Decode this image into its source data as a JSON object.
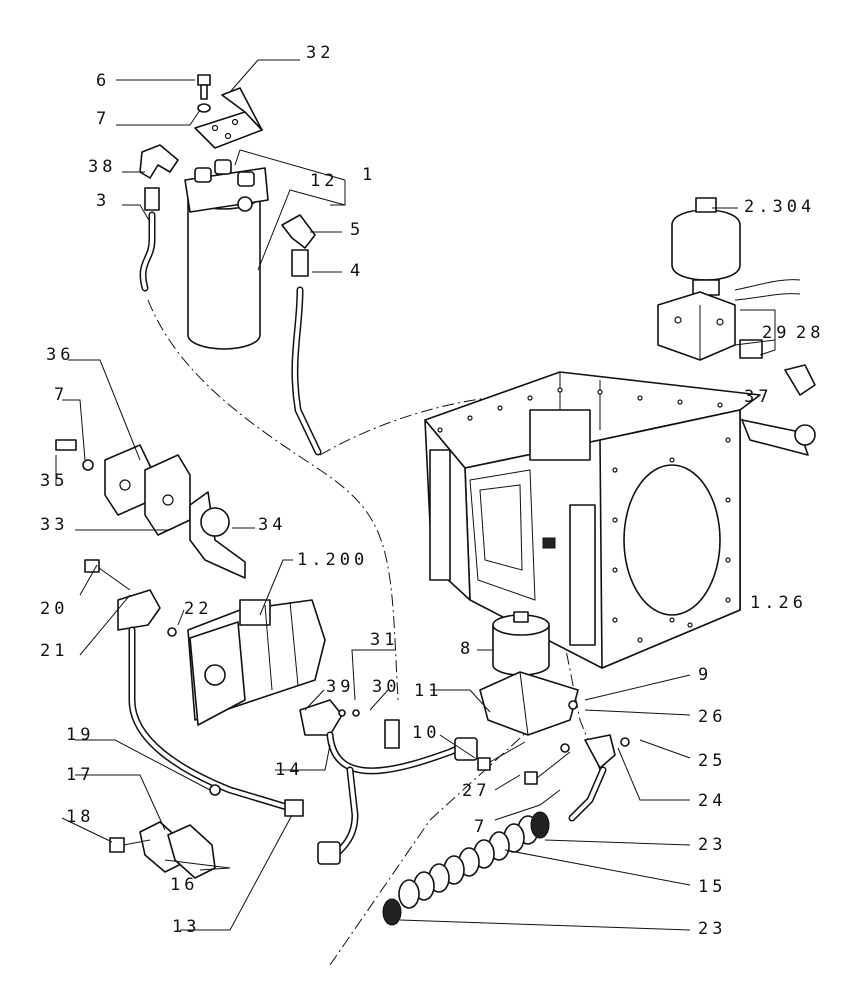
{
  "callouts": {
    "c32": "32",
    "c6": "6",
    "c7a": "7",
    "c38": "38",
    "c3": "3",
    "c12": "12",
    "c1": "1",
    "c5": "5",
    "c4": "4",
    "c2304": "2.304",
    "c29": "29",
    "c28": "28",
    "c37": "37",
    "c36": "36",
    "c7b": "7",
    "c35": "35",
    "c33": "33",
    "c34": "34",
    "c1200": "1.200",
    "c126": "1.26",
    "c20": "20",
    "c22": "22",
    "c21": "21",
    "c8": "8",
    "c31": "31",
    "c39": "39",
    "c30": "30",
    "c11": "11",
    "c9": "9",
    "c10": "10",
    "c26": "26",
    "c25": "25",
    "c19": "19",
    "c14": "14",
    "c27": "27",
    "c24": "24",
    "c17": "17",
    "c7c": "7",
    "c18": "18",
    "c23a": "23",
    "c16": "16",
    "c15": "15",
    "c13": "13",
    "c23b": "23"
  }
}
